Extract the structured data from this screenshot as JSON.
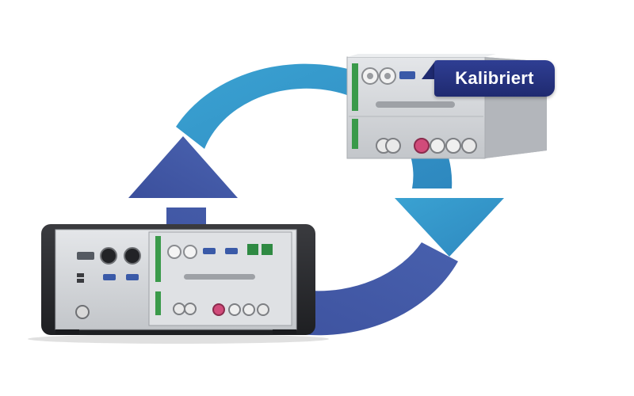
{
  "badge": {
    "label": "Kalibriert"
  },
  "colors": {
    "arrow_light": "#3597c9",
    "arrow_dark": "#3f57a6",
    "badge": "#26337f",
    "device_body": "#d7d9dc",
    "device_frame": "#2a2b2e"
  },
  "icons": [
    "circular-arrow-icon",
    "device-large",
    "device-small"
  ]
}
